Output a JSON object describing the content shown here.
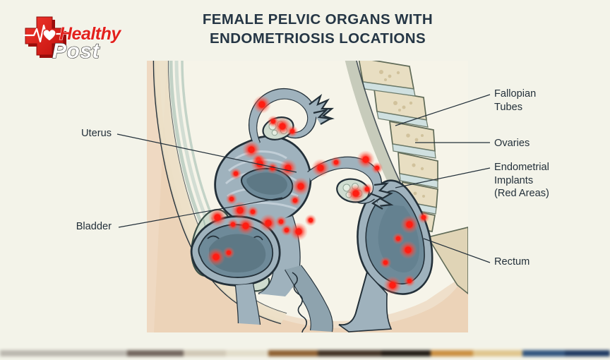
{
  "brand": {
    "name_line1": "Healthy",
    "name_line2": "Post",
    "logo_icon": "medical-cross-heart-ecg-icon",
    "colors": {
      "red": "#e2211c",
      "dark_red": "#b2110f",
      "white": "#ffffff"
    }
  },
  "header": {
    "title_line1": "FEMALE PELVIC ORGANS WITH",
    "title_line2": "ENDOMETRIOSIS LOCATIONS",
    "title_color": "#253645"
  },
  "labels": {
    "uterus": "Uterus",
    "bladder": "Bladder",
    "fallopian_tubes": "Fallopian\nTubes",
    "ovaries": "Ovaries",
    "endometrial_implants": "Endometrial\nImplants\n(Red Areas)",
    "rectum": "Rectum"
  },
  "illustration": {
    "type": "sagittal-female-pelvis-anatomy",
    "background": "#f3f3e9",
    "colors": {
      "skin": "#efd9c2",
      "skin_deep": "#e3c3a6",
      "body_wall": "#ece0c8",
      "bone": "#e6dcc0",
      "bone_marrow": "#d8cba8",
      "organ_blue": "#9fb2bd",
      "organ_blue_dark": "#6e8a99",
      "organ_teal": "#bcd0c8",
      "pubic_bone": "#cfdcce",
      "outline": "#1e2a33",
      "implant_red": "#ff2116",
      "implant_glow": "#ff4a3a"
    },
    "structures": [
      "anterior abdominal wall",
      "uterus",
      "fallopian tubes",
      "ovaries",
      "bladder",
      "urethra",
      "vagina",
      "rectum",
      "anus",
      "sacrum",
      "lumbar vertebrae",
      "pubic bone"
    ],
    "implant_count": 38
  }
}
